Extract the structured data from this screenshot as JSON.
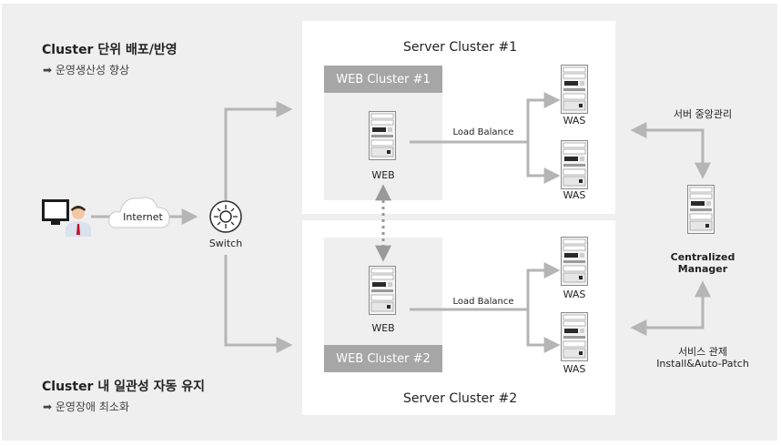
{
  "left_notes": {
    "top": {
      "title": "Cluster 단위 배포/반영",
      "arrow": "➡",
      "sub": "운영생산성 향상"
    },
    "bottom": {
      "title": "Cluster 내 일관성 자동 유지",
      "arrow": "➡",
      "sub": "운영장애 최소화"
    }
  },
  "client": {
    "internet_label": "Internet",
    "switch_label": "Switch"
  },
  "cluster1": {
    "title": "Server Cluster #1",
    "web_band": "WEB Cluster #1",
    "web_label": "WEB",
    "load_balance": "Load Balance",
    "was_labels": [
      "WAS",
      "WAS"
    ]
  },
  "cluster2": {
    "title": "Server Cluster #2",
    "web_band": "WEB Cluster #2",
    "web_label": "WEB",
    "load_balance": "Load Balance",
    "was_labels": [
      "WAS",
      "WAS"
    ]
  },
  "manager": {
    "top_label": "서버 중앙관리",
    "name_line1": "Centralized",
    "name_line2": "Manager",
    "bottom_line1": "서비스 관제",
    "bottom_line2": "Install&Auto-Patch"
  },
  "colors": {
    "background": "#efefef",
    "panel": "#ffffff",
    "band": "#a6a6a6",
    "arrow": "#b5b5b5",
    "tie": "#c0102a"
  }
}
